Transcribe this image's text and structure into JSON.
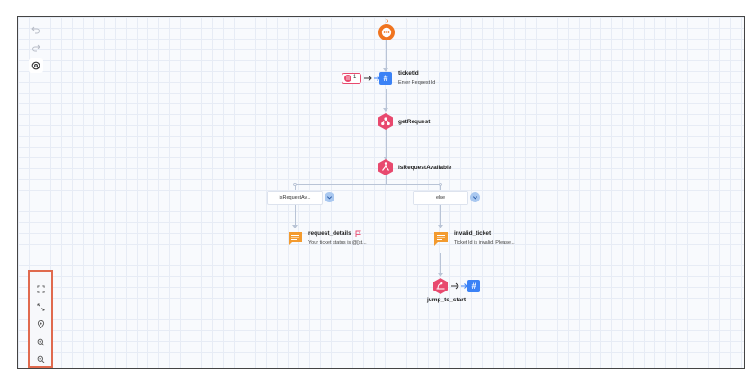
{
  "toolbar": {
    "undo_icon": "undo-icon",
    "redo_icon": "redo-icon",
    "mention_icon": "at-icon"
  },
  "zoom_panel": {
    "items": [
      "fit-view-icon",
      "expand-icon",
      "locate-icon",
      "zoom-in-icon",
      "zoom-out-icon"
    ],
    "highlight_color": "#e06a4e"
  },
  "flow": {
    "start_node": {
      "icon": "start-bot-icon",
      "color": "#f0741f"
    },
    "ticket_node": {
      "badge_count": "1",
      "title": "ticketId",
      "subtitle": "Enter Request Id"
    },
    "get_request_node": {
      "title": "getRequest"
    },
    "is_available_node": {
      "title": "isRequestAvailable"
    },
    "branches": [
      {
        "label": "isRequestAv...",
        "message_title": "request_details",
        "message_text": "Your ticket status is  @[st..."
      },
      {
        "label": "else",
        "message_title": "invalid_ticket",
        "message_text": "Ticket Id is invalid. Please..."
      }
    ],
    "jump_node": {
      "title": "jump_to_start"
    }
  },
  "colors": {
    "pink": "#e8496e",
    "orange": "#f39b2f",
    "blue": "#3b82f6",
    "chevron": "#a9c8f0"
  }
}
